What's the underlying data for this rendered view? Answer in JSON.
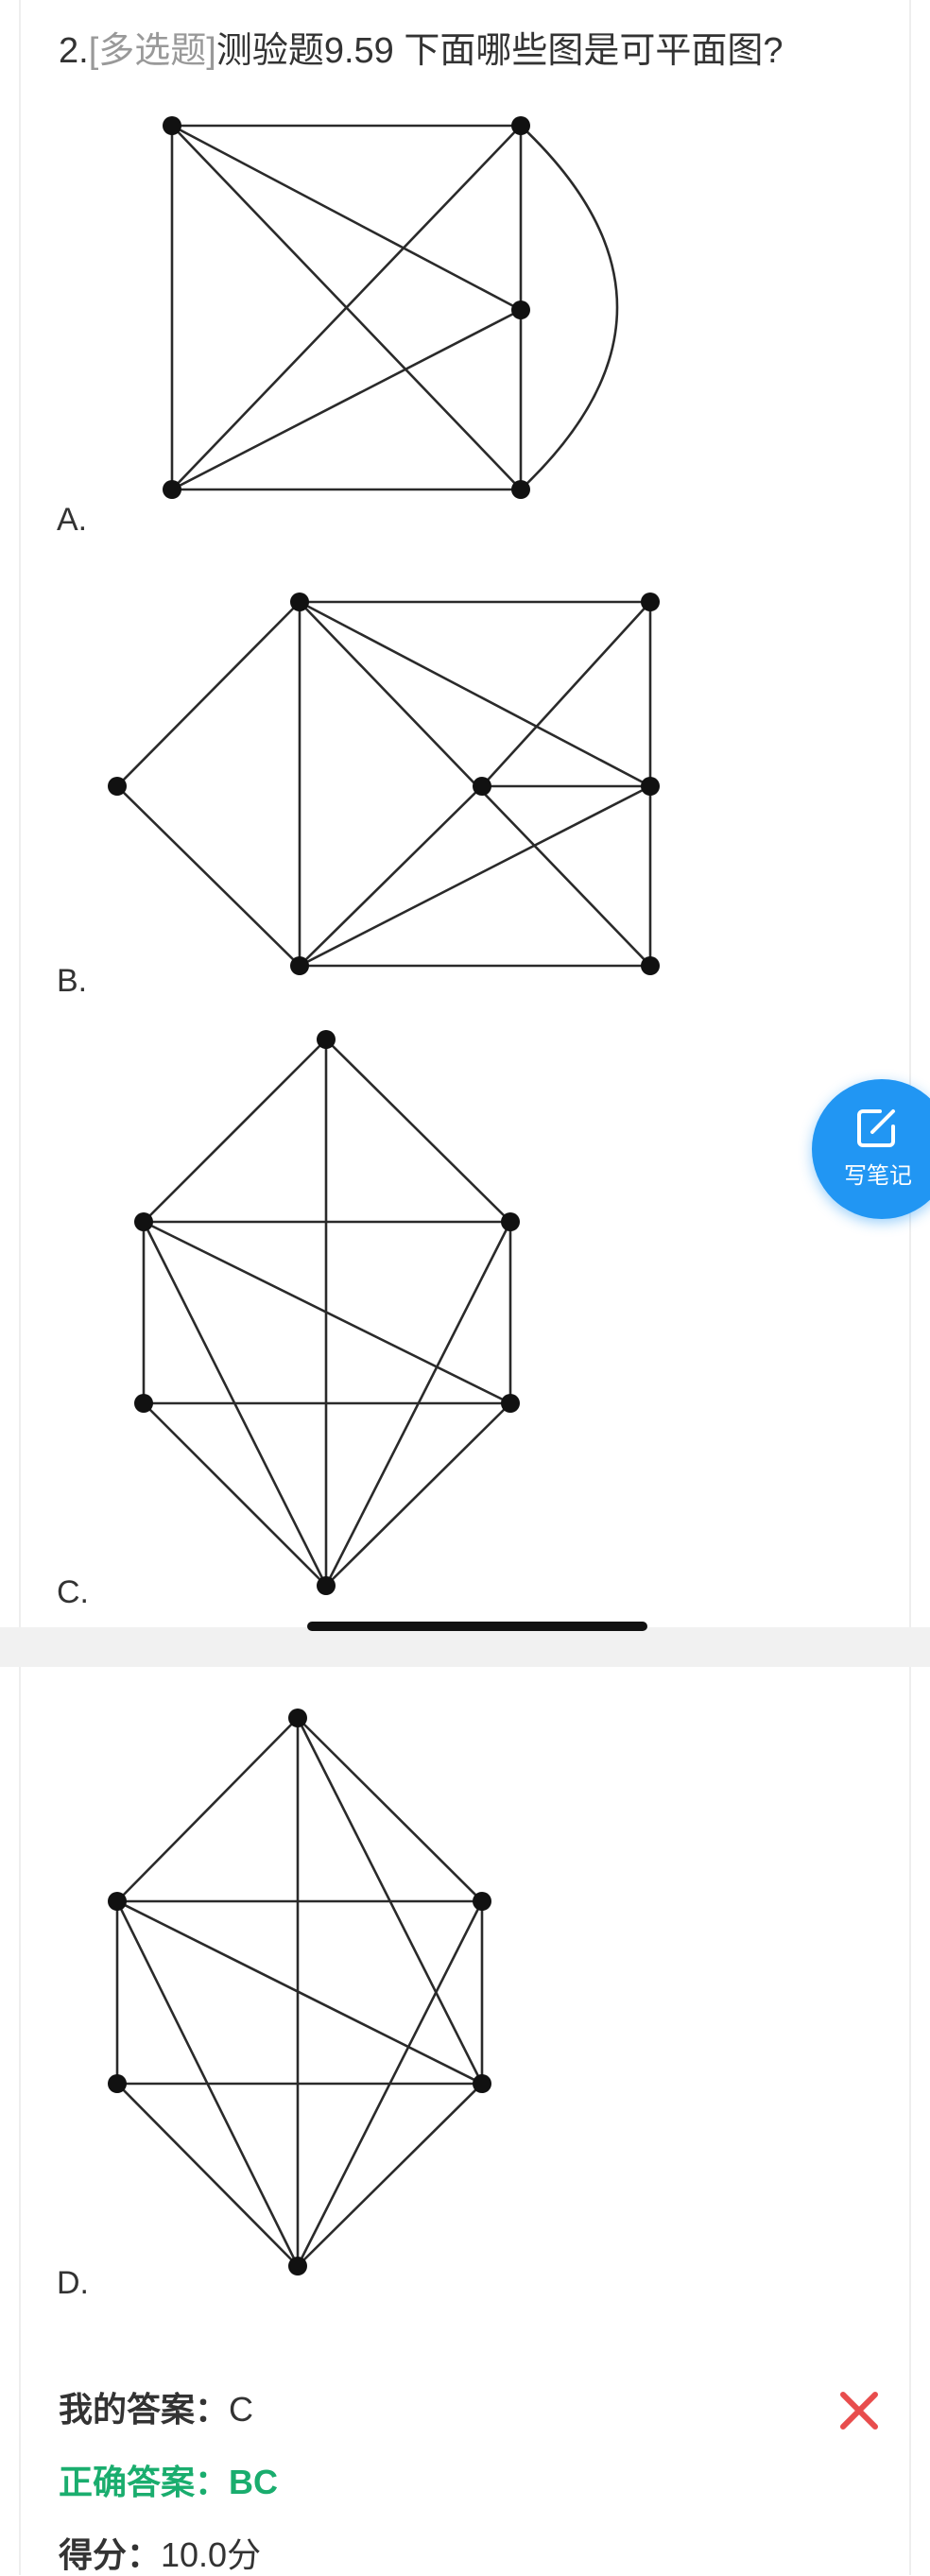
{
  "question": {
    "number": "2.",
    "type_tag": "[多选题]",
    "text": "测验题9.59 下面哪些图是可平面图?"
  },
  "options": [
    {
      "letter": "A."
    },
    {
      "letter": "B."
    },
    {
      "letter": "C."
    },
    {
      "letter": "D."
    }
  ],
  "note_button": {
    "label": "写笔记",
    "icon": "edit-note-icon"
  },
  "result": {
    "my_answer_label": "我的答案：",
    "my_answer_value": "C",
    "correct_label": "正确答案：",
    "correct_value": "BC",
    "score_label": "得分：",
    "score_value": "10.0分",
    "status_icon": "wrong-x-icon"
  },
  "colors": {
    "accent": "#2196f3",
    "correct": "#1aad6e",
    "wrong": "#e84d4d",
    "muted": "#999999"
  }
}
